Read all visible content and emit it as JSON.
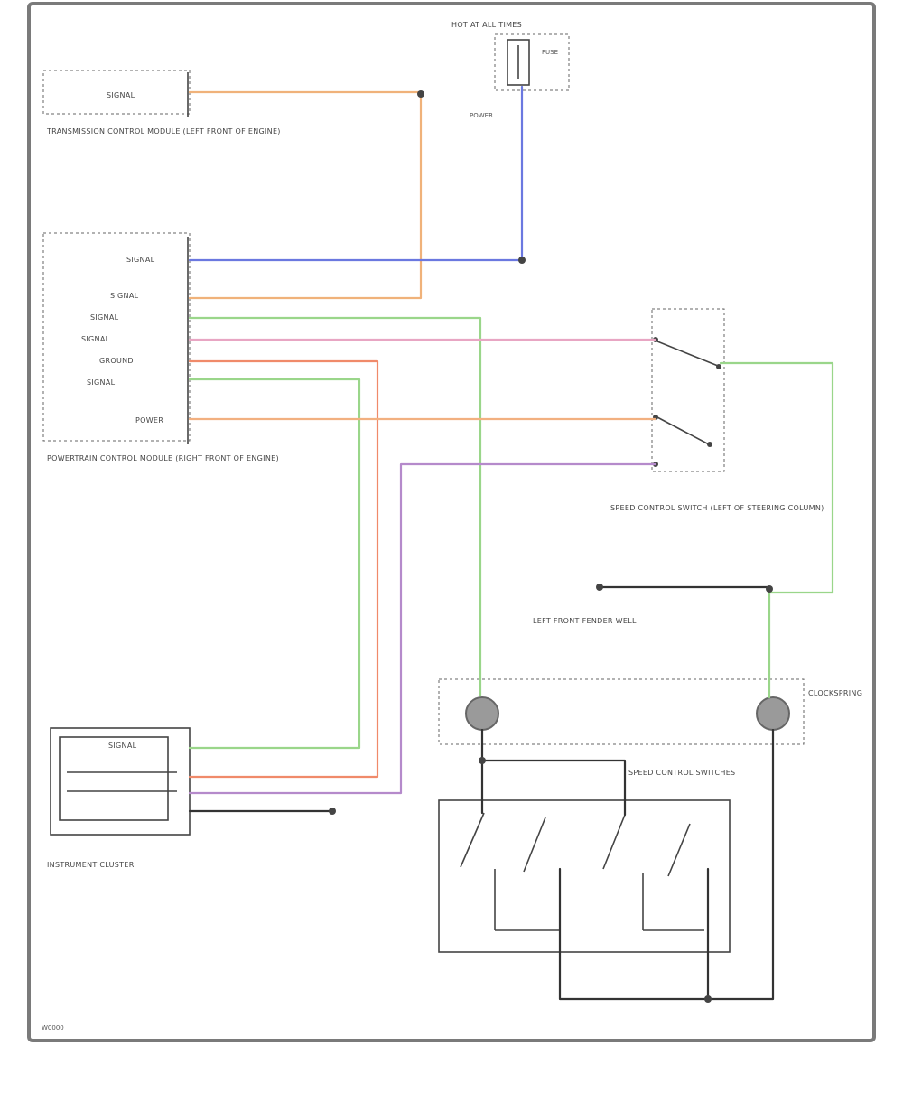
{
  "colors": {
    "frame": "#7a7a7a",
    "blue": "#6b78e0",
    "orange": "#f0b27a",
    "green": "#9ad68a",
    "pink": "#e8a6c3",
    "purple": "#b58acb",
    "red_orange": "#f08a6a",
    "tan": "#f2b080",
    "black": "#333333",
    "gray_wire": "#aaaaaa"
  },
  "labels": {
    "tcm_name": "TRANSMISSION CONTROL MODULE (LEFT FRONT OF ENGINE)",
    "pcm_name": "POWERTRAIN CONTROL MODULE (RIGHT FRONT OF ENGINE)",
    "power_dist": "HOT AT ALL TIMES",
    "fuse": "FUSE",
    "switch_name": "SPEED CONTROL SWITCH (LEFT OF STEERING COLUMN)",
    "clockspring_name": "CLOCKSPRING",
    "steering_switch": "SPEED CONTROL SWITCHES",
    "ground_note": "LEFT FRONT FENDER WELL",
    "instr_name": "INSTRUMENT CLUSTER",
    "page_code": "W0000"
  },
  "pin_labels": [
    "SIGNAL",
    "POWER",
    "SIGNAL",
    "SIGNAL",
    "SIGNAL",
    "SIGNAL",
    "GROUND",
    "SIGNAL"
  ]
}
